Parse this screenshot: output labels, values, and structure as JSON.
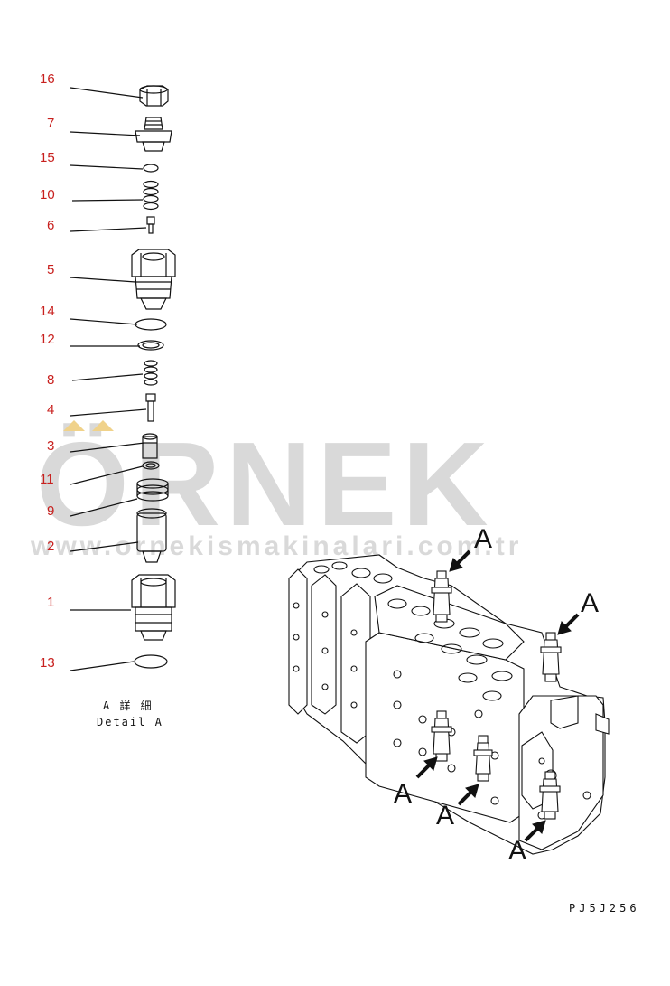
{
  "detail_view": {
    "part_labels": [
      "16",
      "7",
      "15",
      "10",
      "6",
      "5",
      "14",
      "12",
      "8",
      "4",
      "3",
      "11",
      "9",
      "2",
      "1",
      "13"
    ],
    "caption_line1": "A 詳 細",
    "caption_line2": "Detail A"
  },
  "assembly_view": {
    "callout_letter": "A"
  },
  "drawing_code": "PJ5J256",
  "watermark": {
    "brand": "ÖRNEK",
    "website": "www.ornekismakinalari.com.tr",
    "brand_color": "#d9d9d9",
    "accent_color": "#f0d28a"
  },
  "label_color": "#c8201e"
}
